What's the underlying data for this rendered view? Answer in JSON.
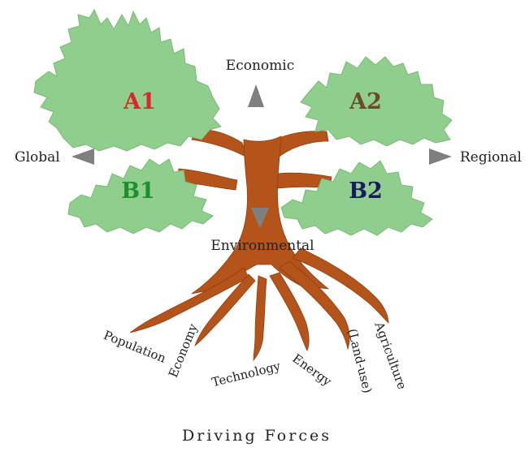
{
  "colors": {
    "leaf": "#8fce8c",
    "leaf_edge": "#7cb978",
    "trunk": "#b4541a",
    "trunk_edge": "#8f3f10",
    "arrow": "#7f7f7f",
    "a1": "#e0242b",
    "a2": "#6b4b2a",
    "b1": "#1e8f2e",
    "b2": "#1a1a5e"
  },
  "axes": {
    "top": "Economic",
    "bottom": "Environmental",
    "left": "Global",
    "right": "Regional"
  },
  "clusters": {
    "a1": "A1",
    "a2": "A2",
    "b1": "B1",
    "b2": "B2"
  },
  "roots": {
    "population": "Population",
    "economy": "Economy",
    "technology": "Technology",
    "energy": "Energy",
    "land_use": "(Land-use)",
    "agriculture": "Agriculture"
  },
  "footer": {
    "title": "Driving Forces"
  }
}
